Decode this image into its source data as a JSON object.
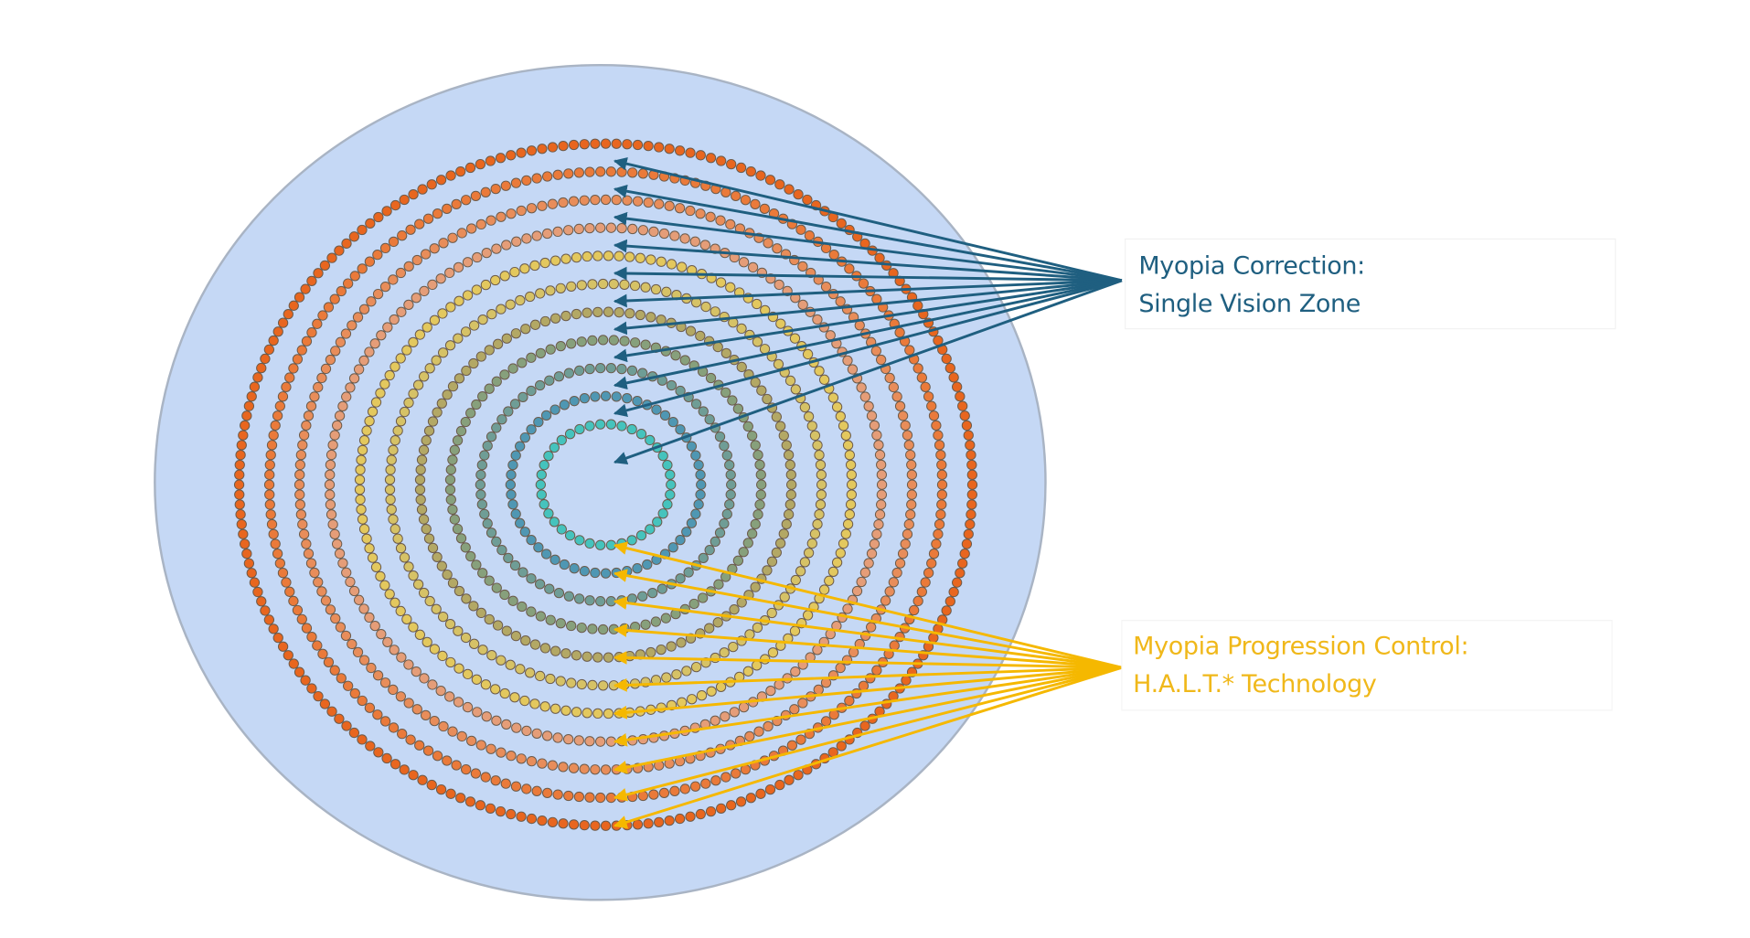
{
  "colors": {
    "background": "#ffffff",
    "lens_fill": "#c5d8f5",
    "lens_stroke": "#a9b4c4",
    "correction": "#1f5f80",
    "control": "#f5b800",
    "dot_stroke": "#6b5a4a"
  },
  "ring_colors": [
    "#e8661f",
    "#ea7a3a",
    "#e88d5a",
    "#e59d78",
    "#e3c85e",
    "#d6c266",
    "#b3a865",
    "#87a07c",
    "#6f9d96",
    "#4f97b3",
    "#45c3bd"
  ],
  "labels": {
    "correction": {
      "line1": "Myopia Correction:",
      "line2": "Single Vision Zone"
    },
    "control": {
      "line1": "Myopia Progression Control:",
      "line2": "H.A.L.T.* Technology"
    }
  }
}
